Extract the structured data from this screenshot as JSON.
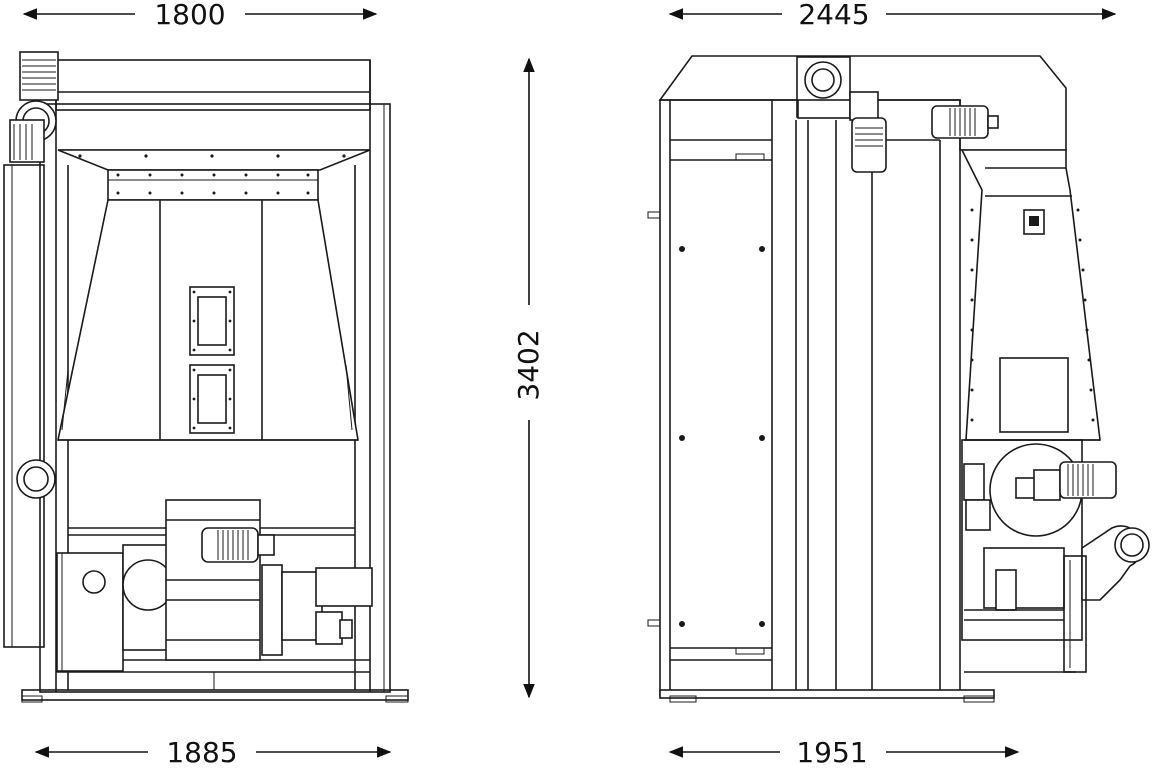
{
  "dimensions": {
    "front_top_width": "1800",
    "front_bottom_width": "1885",
    "height": "3402",
    "side_top_width": "2445",
    "side_bottom_width": "1951"
  },
  "colors": {
    "line": "#1a1a1a",
    "background": "#ffffff"
  }
}
